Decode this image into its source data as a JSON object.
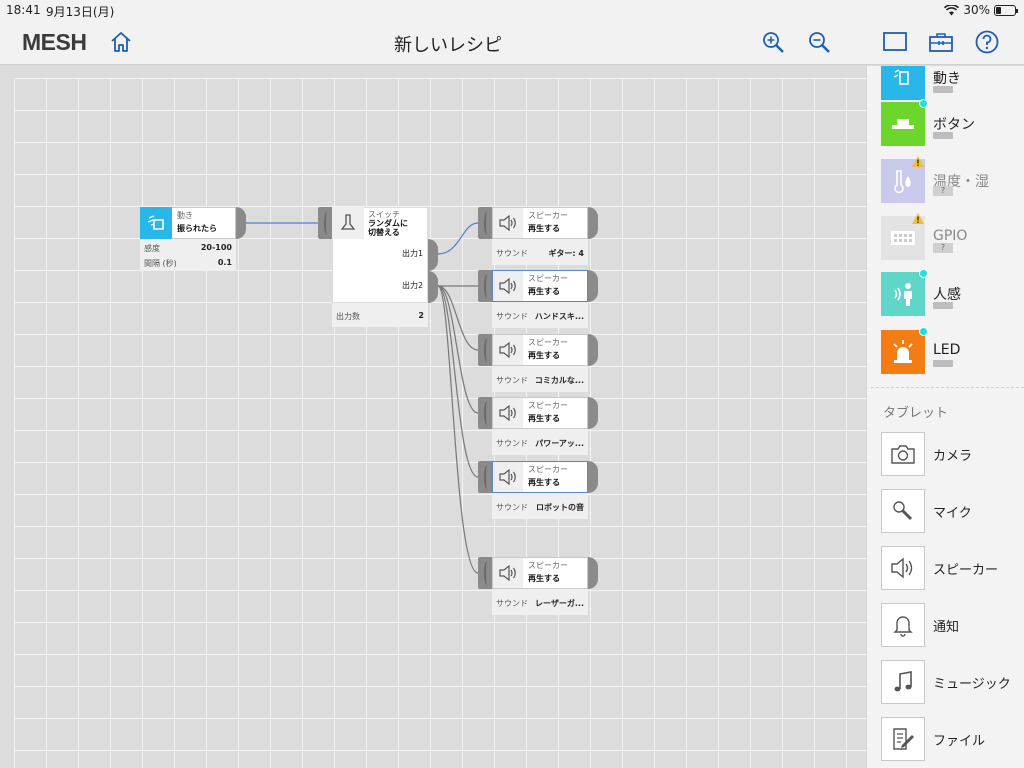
{
  "status": {
    "time": "18:41",
    "date": "9月13日(月)",
    "battery": "30%",
    "battery_level": 0.3
  },
  "nav": {
    "logo": "MESH",
    "title": "新しいレシピ"
  },
  "blocks": {
    "motion": {
      "category": "動き",
      "name": "振られたら",
      "props": [
        {
          "label": "感度",
          "value": "20-100"
        },
        {
          "label": "間隔 (秒)",
          "value": "0.1"
        }
      ]
    },
    "switch": {
      "category": "スイッチ",
      "name_line1": "ランダムに",
      "name_line2": "切替える",
      "out1": "出力1",
      "out2": "出力2",
      "prop_label": "出力数",
      "prop_value": "2"
    },
    "speakers": [
      {
        "category": "スピーカー",
        "name": "再生する",
        "prop_label": "サウンド",
        "prop_value": "ギター: 4"
      },
      {
        "category": "スピーカー",
        "name": "再生する",
        "prop_label": "サウンド",
        "prop_value": "ハンドスキ..."
      },
      {
        "category": "スピーカー",
        "name": "再生する",
        "prop_label": "サウンド",
        "prop_value": "コミカルな..."
      },
      {
        "category": "スピーカー",
        "name": "再生する",
        "prop_label": "サウンド",
        "prop_value": "パワーアッ..."
      },
      {
        "category": "スピーカー",
        "name": "再生する",
        "prop_label": "サウンド",
        "prop_value": "ロボットの音"
      },
      {
        "category": "スピーカー",
        "name": "再生する",
        "prop_label": "サウンド",
        "prop_value": "レーザーガ..."
      }
    ]
  },
  "sidebar": {
    "mesh_blocks": [
      {
        "label": "動き",
        "color": "#29b6e8",
        "icon": "motion-icon"
      },
      {
        "label": "ボタン",
        "color": "#6dd62d",
        "icon": "button-icon"
      },
      {
        "label": "温度・湿",
        "color": "#c9c9ec",
        "icon": "temperature-icon",
        "badge": "?"
      },
      {
        "label": "GPIO",
        "color": "#e3e3e3",
        "icon": "gpio-icon",
        "badge": "?"
      },
      {
        "label": "人感",
        "color": "#5fd6c8",
        "icon": "human-sensor-icon"
      },
      {
        "label": "LED",
        "color": "#f57c12",
        "icon": "led-icon"
      }
    ],
    "section_title": "タブレット",
    "tablet": [
      {
        "label": "カメラ",
        "icon": "camera-icon"
      },
      {
        "label": "マイク",
        "icon": "microphone-icon"
      },
      {
        "label": "スピーカー",
        "icon": "speaker-icon"
      },
      {
        "label": "通知",
        "icon": "bell-icon"
      },
      {
        "label": "ミュージック",
        "icon": "music-icon"
      },
      {
        "label": "ファイル",
        "icon": "file-icon"
      }
    ]
  },
  "colors": {
    "accent": "#1a5fb4",
    "wire": "#4a7fd0",
    "wire_gray": "#777777"
  }
}
